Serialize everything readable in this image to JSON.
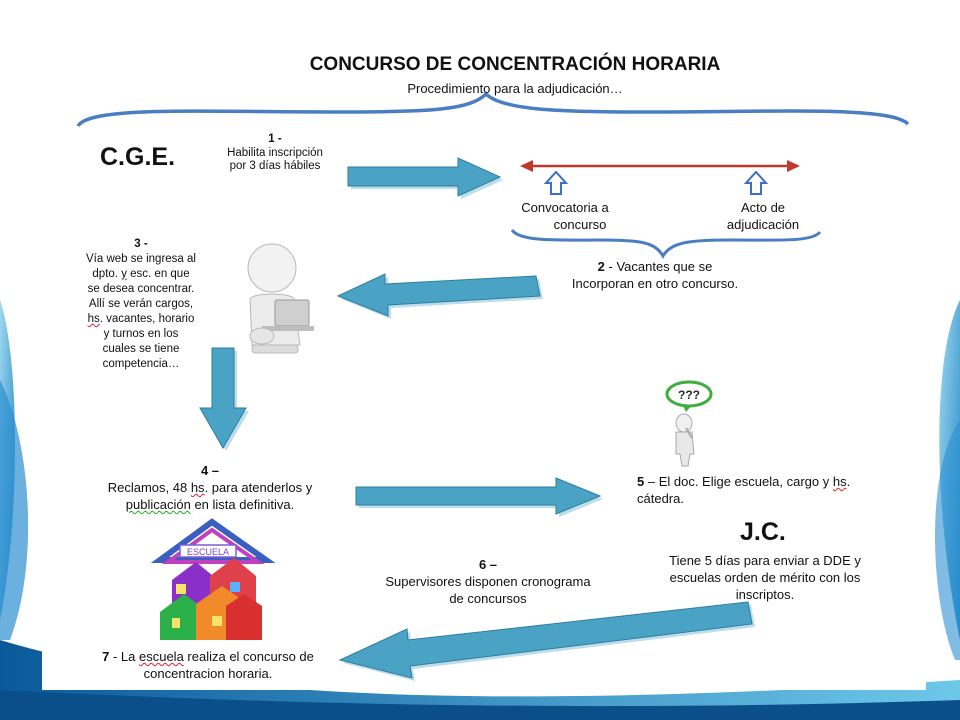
{
  "title": "CONCURSO DE CONCENTRACIÓN HORARIA",
  "subtitle": "Procedimiento para la adjudicación…",
  "cge_label": "C.G.E.",
  "jc_label": "J.C.",
  "step1": {
    "num": "1 -",
    "lines": [
      "Habilita inscripción",
      "por 3 días hábiles"
    ]
  },
  "step2": {
    "left_label_lines": [
      "Convocatoria a",
      "concurso"
    ],
    "right_label_lines": [
      "Acto de",
      "adjudicación"
    ],
    "num": "2",
    "line1_rest": " - Vacantes que se",
    "line2": "Incorporan en otro concurso."
  },
  "step3": {
    "num": "3 -",
    "line1": "Vía web se ingresa al",
    "line2_a": "dpto. ",
    "line2_y": "y",
    "line2_b": " esc. en que",
    "line3": "se desea concentrar.",
    "line4": "Allí se verán cargos,",
    "line5_hs": "hs",
    "line5_rest": ". vacantes, horario",
    "line6": "y turnos en los",
    "line7": "cuales se tiene",
    "line8": "competencia…"
  },
  "step4": {
    "num": "4 –",
    "line1_a": "Reclamos, 48 ",
    "line1_hs": "hs",
    "line1_b": ". para atenderlos y",
    "line2_pub": "publicación",
    "line2_rest": " en lista definitiva."
  },
  "step5": {
    "num": "5",
    "line1_a": " – El doc. Elige escuela, cargo y ",
    "line1_hs": "hs",
    "line1_b": ".",
    "line2": "cátedra."
  },
  "step6": {
    "num": "6 –",
    "line1": "Supervisores disponen cronograma",
    "line2": "de concursos"
  },
  "jc_text": {
    "line1": "Tiene 5 días para enviar a DDE y",
    "line2": "escuelas orden de mérito con los",
    "line3": "inscriptos."
  },
  "step7": {
    "num": "7",
    "line1_a": " - La ",
    "line1_escuela": "escuela",
    "line1_b": " realiza el concurso de",
    "line2": "concentracion horaria."
  },
  "question_text": "???",
  "house_sign": "ESCUELA",
  "colors": {
    "arrow": "#4aa3c4",
    "brace": "#4a7ec0",
    "timeline": "#c0392b",
    "up_arrow": "#3a6fc7",
    "bubble": "#3fae3f"
  }
}
